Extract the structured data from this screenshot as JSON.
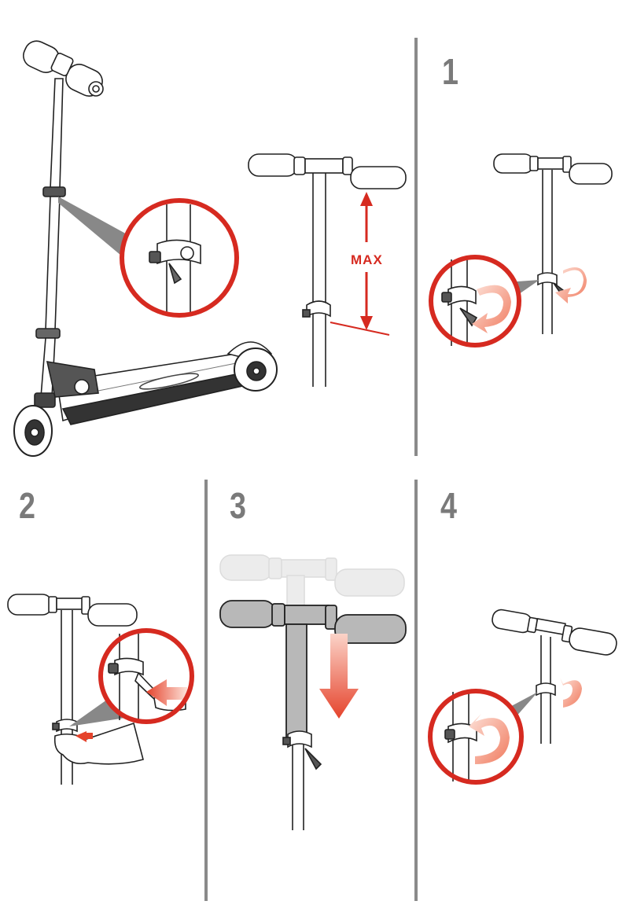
{
  "steps": [
    {
      "number": "1"
    },
    {
      "number": "2"
    },
    {
      "number": "3"
    },
    {
      "number": "4"
    }
  ],
  "overview": {
    "height_indicator_label": "MAX"
  },
  "colors": {
    "accent_red": "#d62a20",
    "divider_gray": "#8a8a8a",
    "step_number_gray": "#7a7a7a",
    "arrow_gradient_start": "#fbd3c8",
    "arrow_gradient_end": "#e5432c"
  },
  "icons": [
    "scooter-illustration",
    "magnifier-circle",
    "rotate-arrow-icon",
    "push-arrow-icon",
    "down-arrow-icon",
    "double-headed-arrow-icon",
    "hand-illustration"
  ]
}
